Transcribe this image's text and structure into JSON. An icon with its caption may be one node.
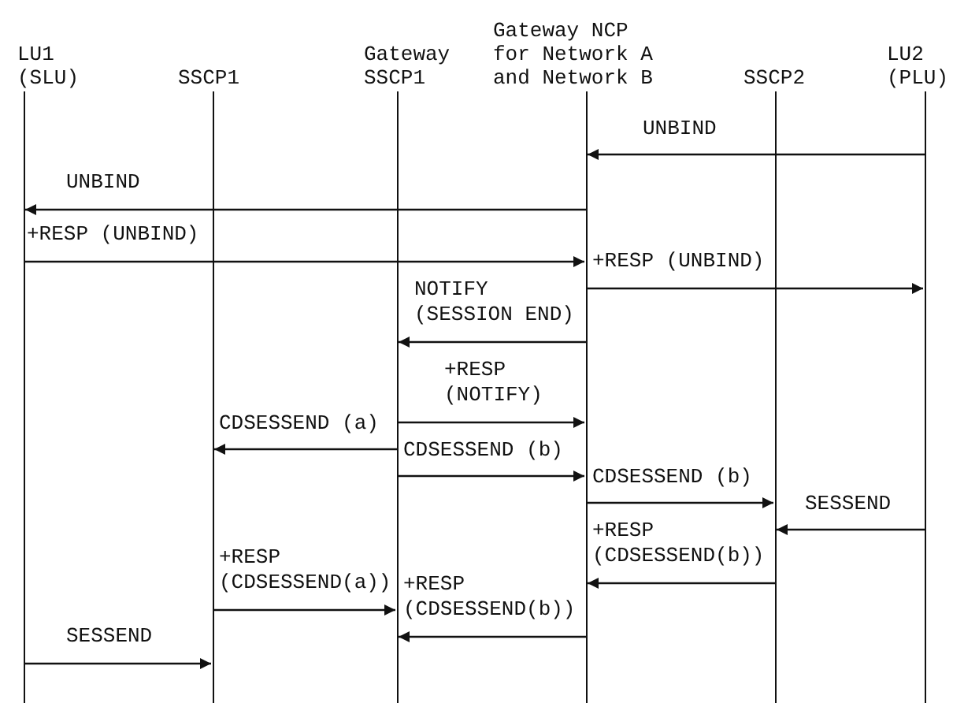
{
  "diagram": {
    "nodes": [
      {
        "text": [
          "LU1 (SLU)"
        ]
      },
      {
        "text": [
          "SSCP1"
        ]
      },
      {
        "text": [
          "Gateway SSCP1"
        ]
      },
      {
        "text": [
          "Gateway NCP for Network A and Network B"
        ]
      },
      {
        "text": [
          "SSCP2"
        ]
      },
      {
        "text": [
          "LU2 (PLU)"
        ]
      }
    ],
    "edges": [
      {
        "from": 5,
        "to": 3,
        "arrow": "to",
        "label": "UNBIND"
      },
      {
        "from": 3,
        "to": 0,
        "arrow": "to",
        "label": "UNBIND"
      },
      {
        "from": 0,
        "to": 3,
        "arrow": "to",
        "label": "+RESP (UNBIND)"
      },
      {
        "from": 3,
        "to": 5,
        "arrow": "to",
        "label": "+RESP (UNBIND)"
      },
      {
        "from": 3,
        "to": 2,
        "arrow": "to",
        "label": "NOTIFY (SESSION END)"
      },
      {
        "from": 2,
        "to": 3,
        "arrow": "to",
        "label": "+RESP (NOTIFY)"
      },
      {
        "from": 2,
        "to": 1,
        "arrow": "to",
        "label": "CDSESSEND (a)"
      },
      {
        "from": 2,
        "to": 3,
        "arrow": "to",
        "label": "CDSESSEND (b)"
      },
      {
        "from": 3,
        "to": 4,
        "arrow": "to",
        "label": "CDSESSEND (b)"
      },
      {
        "from": 5,
        "to": 4,
        "arrow": "to",
        "label": "SESSEND"
      },
      {
        "from": 4,
        "to": 3,
        "arrow": "to",
        "label": "+RESP (CDSESSEND(b))"
      },
      {
        "from": 1,
        "to": 2,
        "arrow": "to",
        "label": "+RESP (CDSESSEND(a))"
      },
      {
        "from": 3,
        "to": 2,
        "arrow": "to",
        "label": "+RESP (CDSESSEND(b))"
      },
      {
        "from": 0,
        "to": 1,
        "arrow": "to",
        "label": "SESSEND"
      }
    ]
  }
}
